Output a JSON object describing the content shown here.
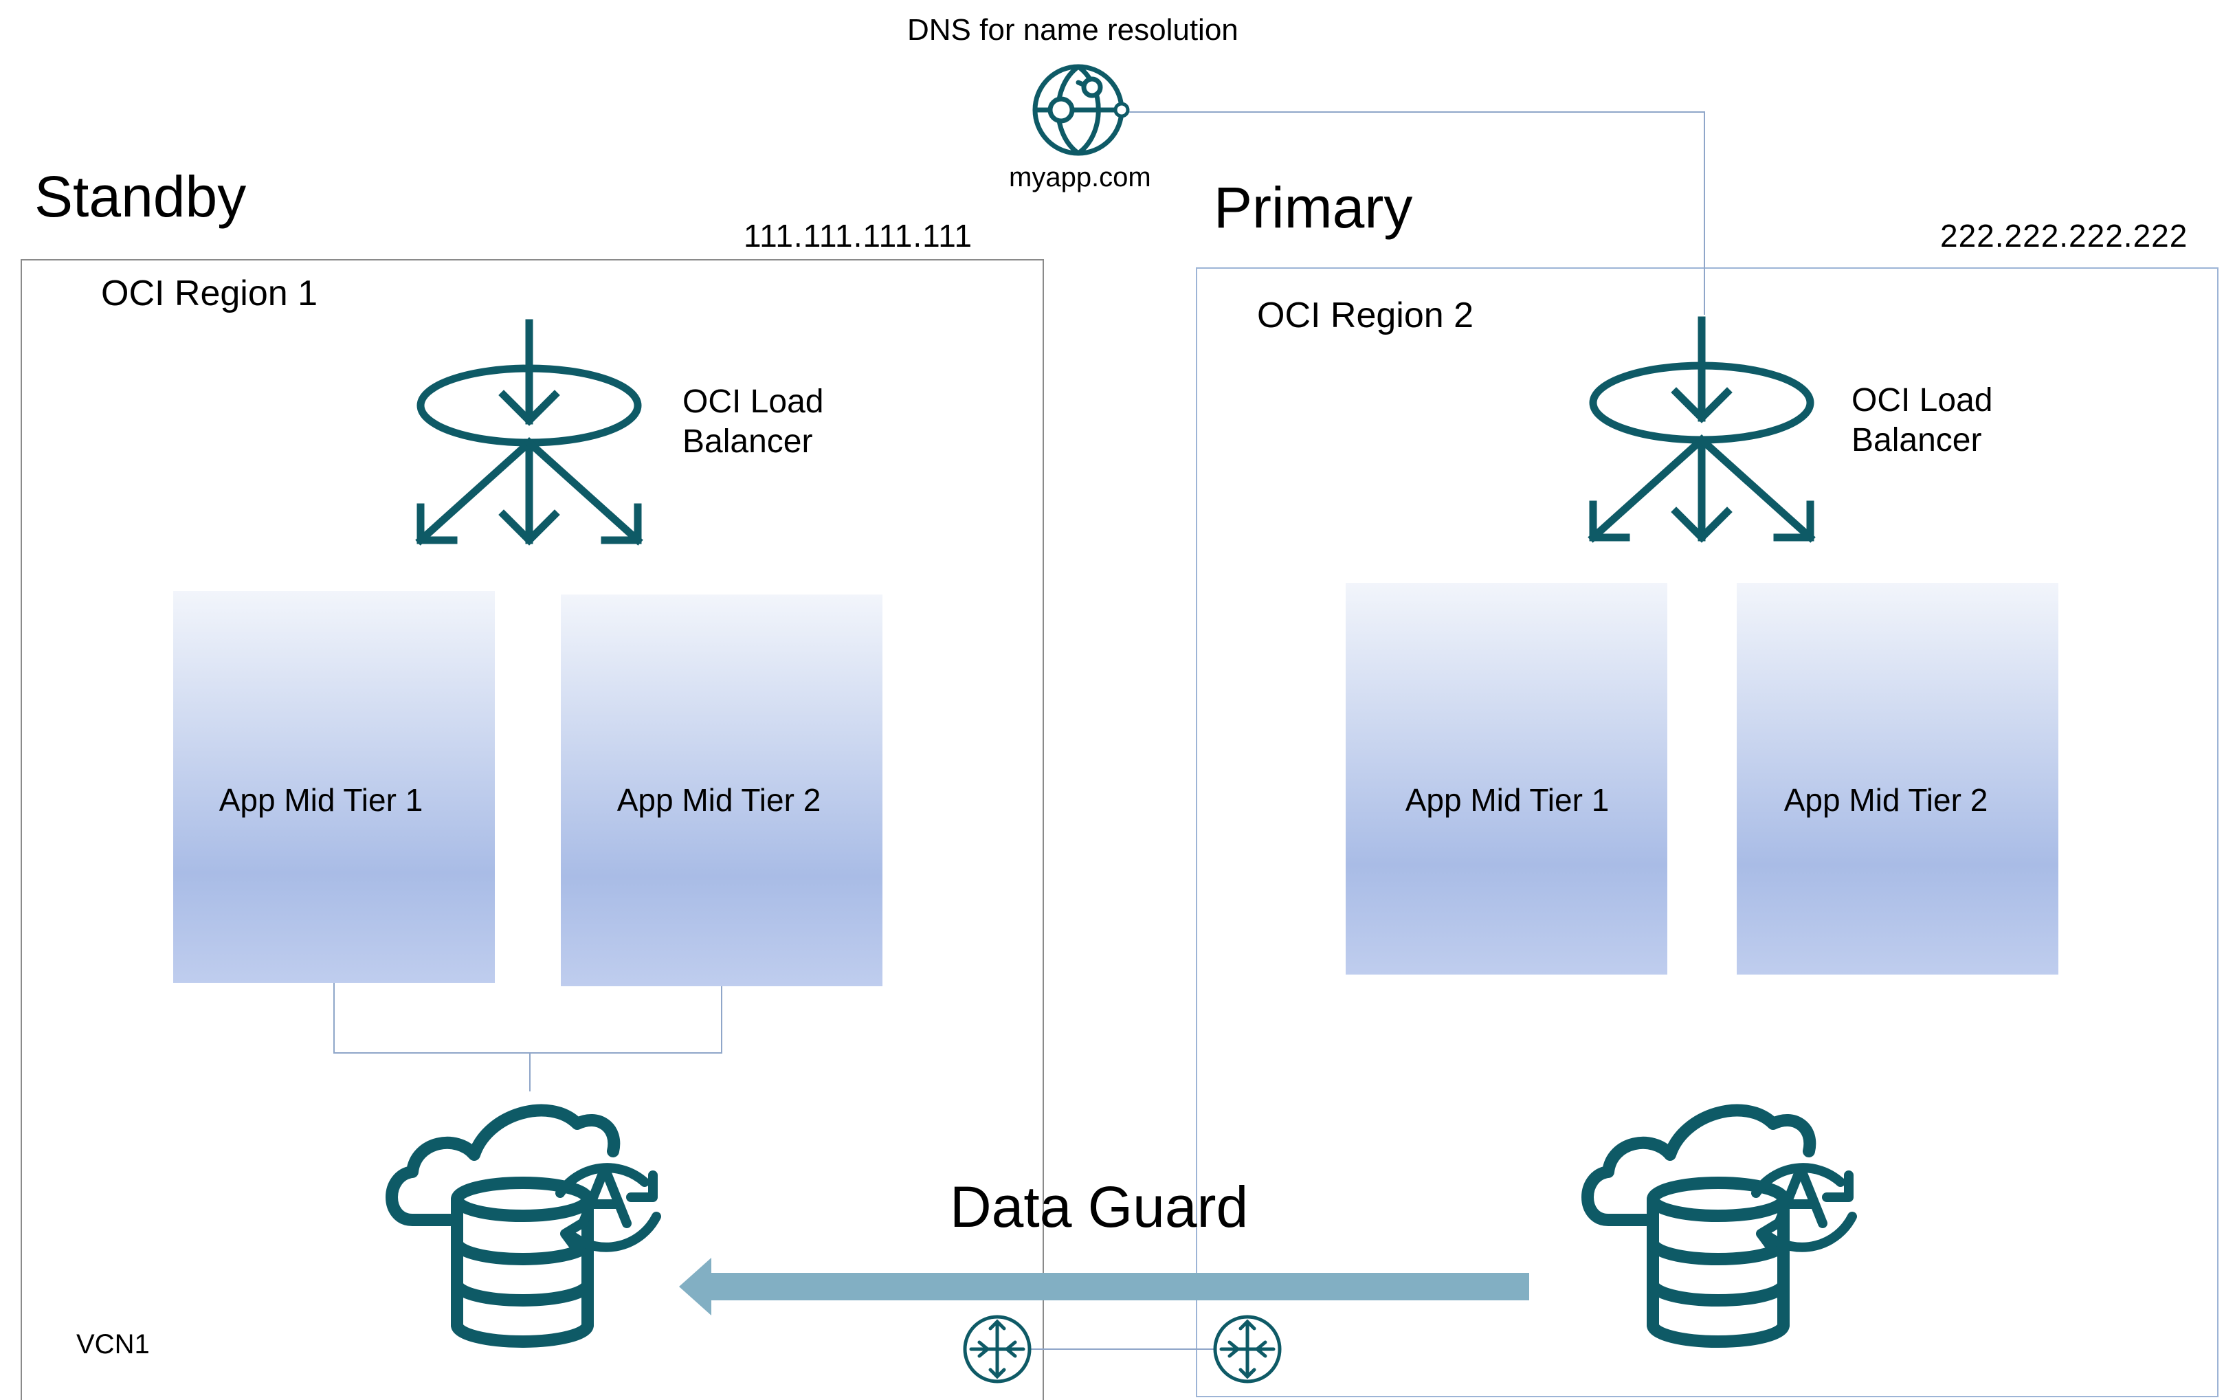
{
  "dns": {
    "caption": "DNS for name resolution",
    "domain": "myapp.com",
    "icon": "dns-globe-icon"
  },
  "standby": {
    "title": "Standby",
    "ip": "111.111.111.111",
    "region": "OCI Region 1",
    "load_balancer": {
      "label": "OCI Load Balancer",
      "icon": "load-balancer-icon"
    },
    "tiers": [
      "App Mid Tier 1",
      "App Mid Tier 2"
    ],
    "database_icon": "autonomous-database-icon",
    "network": "VCN1"
  },
  "primary": {
    "title": "Primary",
    "ip": "222.222.222.222",
    "region": "OCI Region 2",
    "load_balancer": {
      "label": "OCI Load Balancer",
      "icon": "load-balancer-icon"
    },
    "tiers": [
      "App Mid Tier 1",
      "App Mid Tier 2"
    ],
    "database_icon": "autonomous-database-icon"
  },
  "replication": {
    "label": "Data Guard",
    "direction": "primary-to-standby",
    "gateway_icon": "router-icon"
  },
  "colors": {
    "icon": "#0e5a66",
    "arrow": "#82afc3",
    "tier_top": "#f2f5fb",
    "tier_mid": "#a9bce6",
    "connector": "#8fa6c9",
    "border": "#8a8a8a"
  }
}
